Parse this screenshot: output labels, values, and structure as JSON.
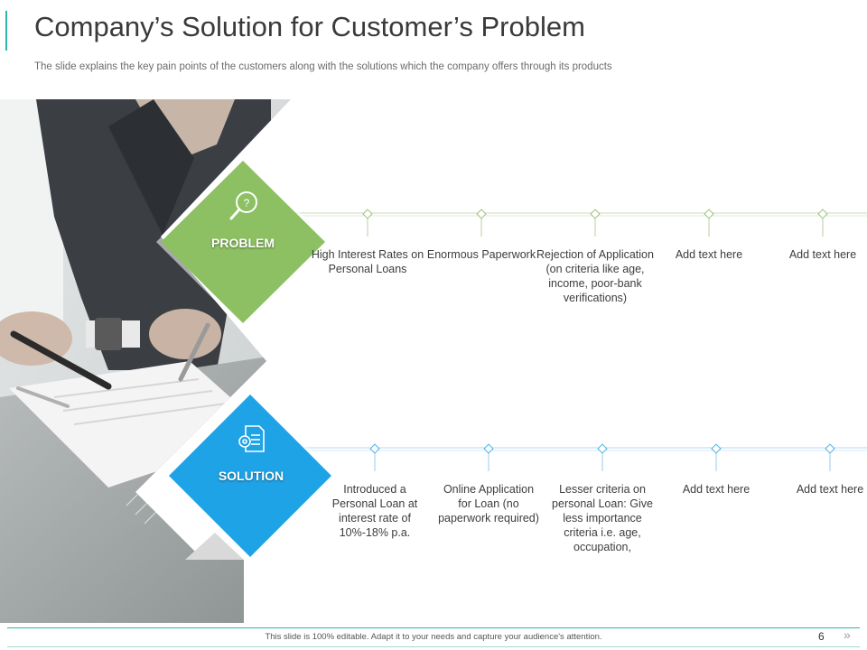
{
  "header": {
    "title": "Company’s Solution for Customer’s Problem",
    "subtitle": "The slide explains the key pain points of the customers along with the solutions which the company offers through its products"
  },
  "problem": {
    "label": "PROBLEM",
    "icon": "magnifier-question-icon",
    "color": "#8dc063",
    "items": [
      "High Interest Rates on Personal Loans",
      "Enormous Paperwork",
      "Rejection of Application (on criteria like age, income, poor-bank verifications)",
      "Add text here",
      "Add text here"
    ]
  },
  "solution": {
    "label": "SOLUTION",
    "icon": "document-gear-icon",
    "color": "#1ea3e6",
    "items": [
      "Introduced a Personal Loan at interest rate of 10%-18% p.a.",
      "Online Application for Loan (no paperwork required)",
      "Lesser criteria on personal Loan: Give less importance criteria i.e. age, occupation,",
      "Add text here",
      "Add text here"
    ]
  },
  "footer": {
    "note": "This slide is 100% editable. Adapt it to your needs and capture your audience's attention.",
    "page_number": "6",
    "next_icon": "double-chevron-right-icon"
  }
}
